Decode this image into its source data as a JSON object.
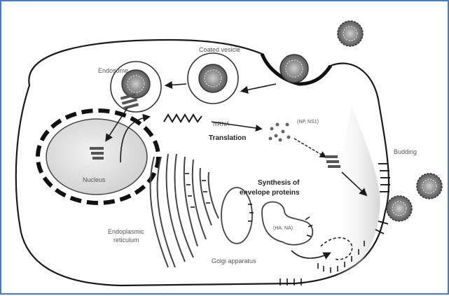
{
  "diagram": {
    "labels": {
      "coated_vesicle": "Coated vesicle",
      "endosome": "Endosome",
      "mrna": "mRNA",
      "np_ns1": "(NP, NS1)",
      "translation": "Translation",
      "budding": "Budding",
      "nucleus": "Nucleus",
      "synthesis_line1": "Synthesis of",
      "synthesis_line2": "envelope proteins",
      "er_line1": "Endoplasmic",
      "er_line2": "reticulum",
      "ha_na": "(HA, NA)",
      "golgi": "Golgi apparatus"
    },
    "colors": {
      "border": "#4a7bbf",
      "outline": "#1a1a1a",
      "nucleus_fill": "#e6e6e6",
      "virion_fill": "#9a9a9a"
    }
  }
}
